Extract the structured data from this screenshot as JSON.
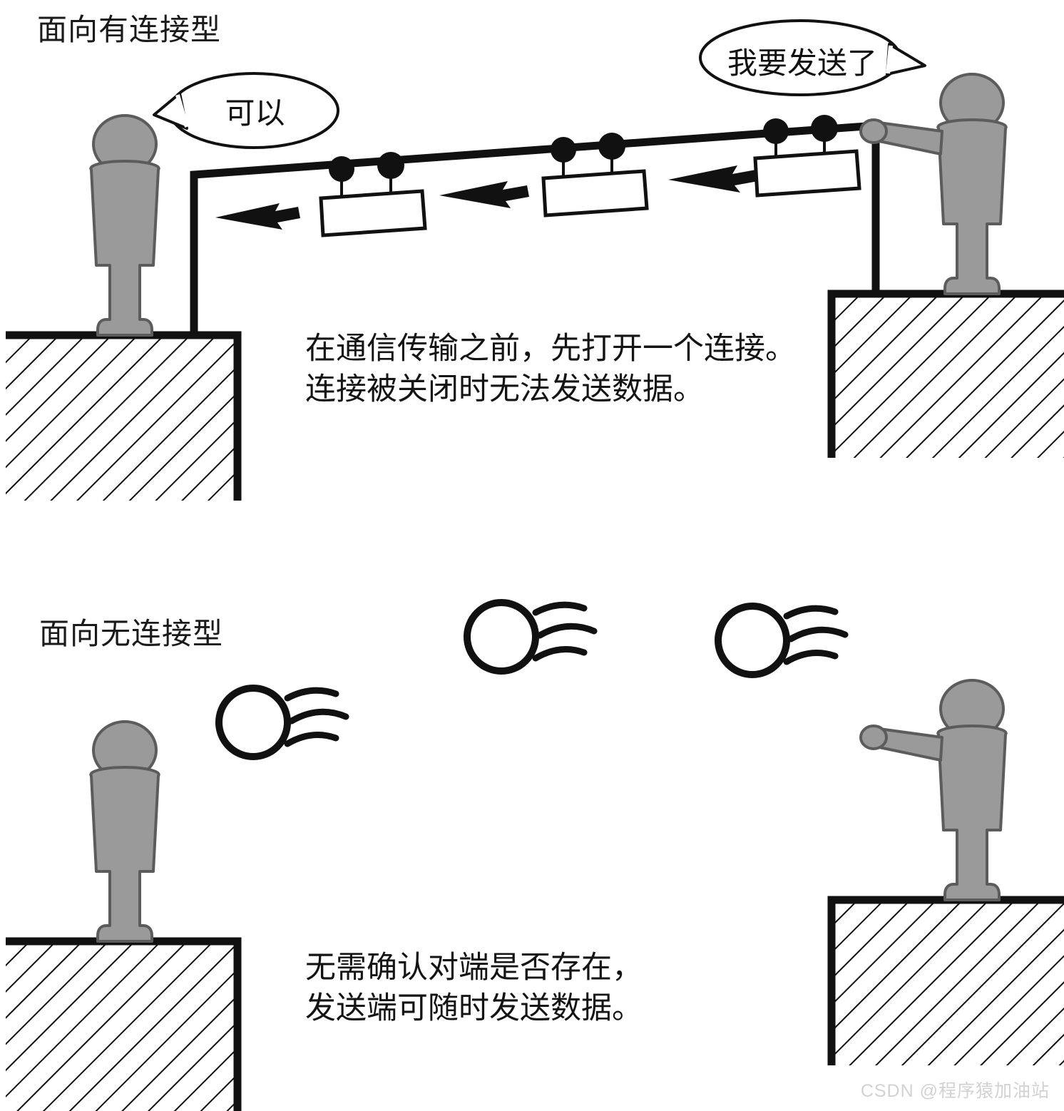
{
  "figure": {
    "kind": "instructional-diagram",
    "subject": "connection-oriented vs connectionless communication",
    "background_color": "#ffffff",
    "ink_color": "#111111",
    "person_fill": "#9a9a9a",
    "person_stroke": "#5c5c5c"
  },
  "sections": [
    {
      "id": "connection-oriented",
      "title": "面向有连接型",
      "caption": "在通信传输之前，先打开一个连接。\n连接被关闭时无法发送数据。",
      "left_person": {
        "name": "receiver",
        "speech": "可以",
        "has_raised_arm": false
      },
      "right_person": {
        "name": "sender",
        "speech": "我要发送了",
        "has_raised_arm": true
      },
      "cable": {
        "name": "connection-cable",
        "node_pairs": 3,
        "hanging_boxes": 3,
        "flow_arrows": 3,
        "flow_direction": "right-to-left"
      }
    },
    {
      "id": "connectionless",
      "title": "面向无连接型",
      "caption": "无需确认对端是否存在，\n发送端可随时发送数据。",
      "left_person": {
        "name": "receiver",
        "speech": "",
        "has_raised_arm": false
      },
      "right_person": {
        "name": "sender",
        "speech": "",
        "has_raised_arm": true
      },
      "packets": {
        "name": "flying-packets",
        "count": 3,
        "motion_lines_per_packet": 3,
        "flow_direction": "right-to-left"
      }
    }
  ],
  "titles": {
    "connection_oriented": "面向有连接型",
    "connectionless": "面向无连接型"
  },
  "speech": {
    "receiver_ok": "可以",
    "sender_sending": "我要发送了"
  },
  "captions": {
    "connection_oriented": "在通信传输之前，先打开一个连接。\n连接被关闭时无法发送数据。",
    "connectionless": "无需确认对端是否存在，\n发送端可随时发送数据。"
  },
  "watermark": {
    "text": "CSDN @程序猿加油站"
  }
}
